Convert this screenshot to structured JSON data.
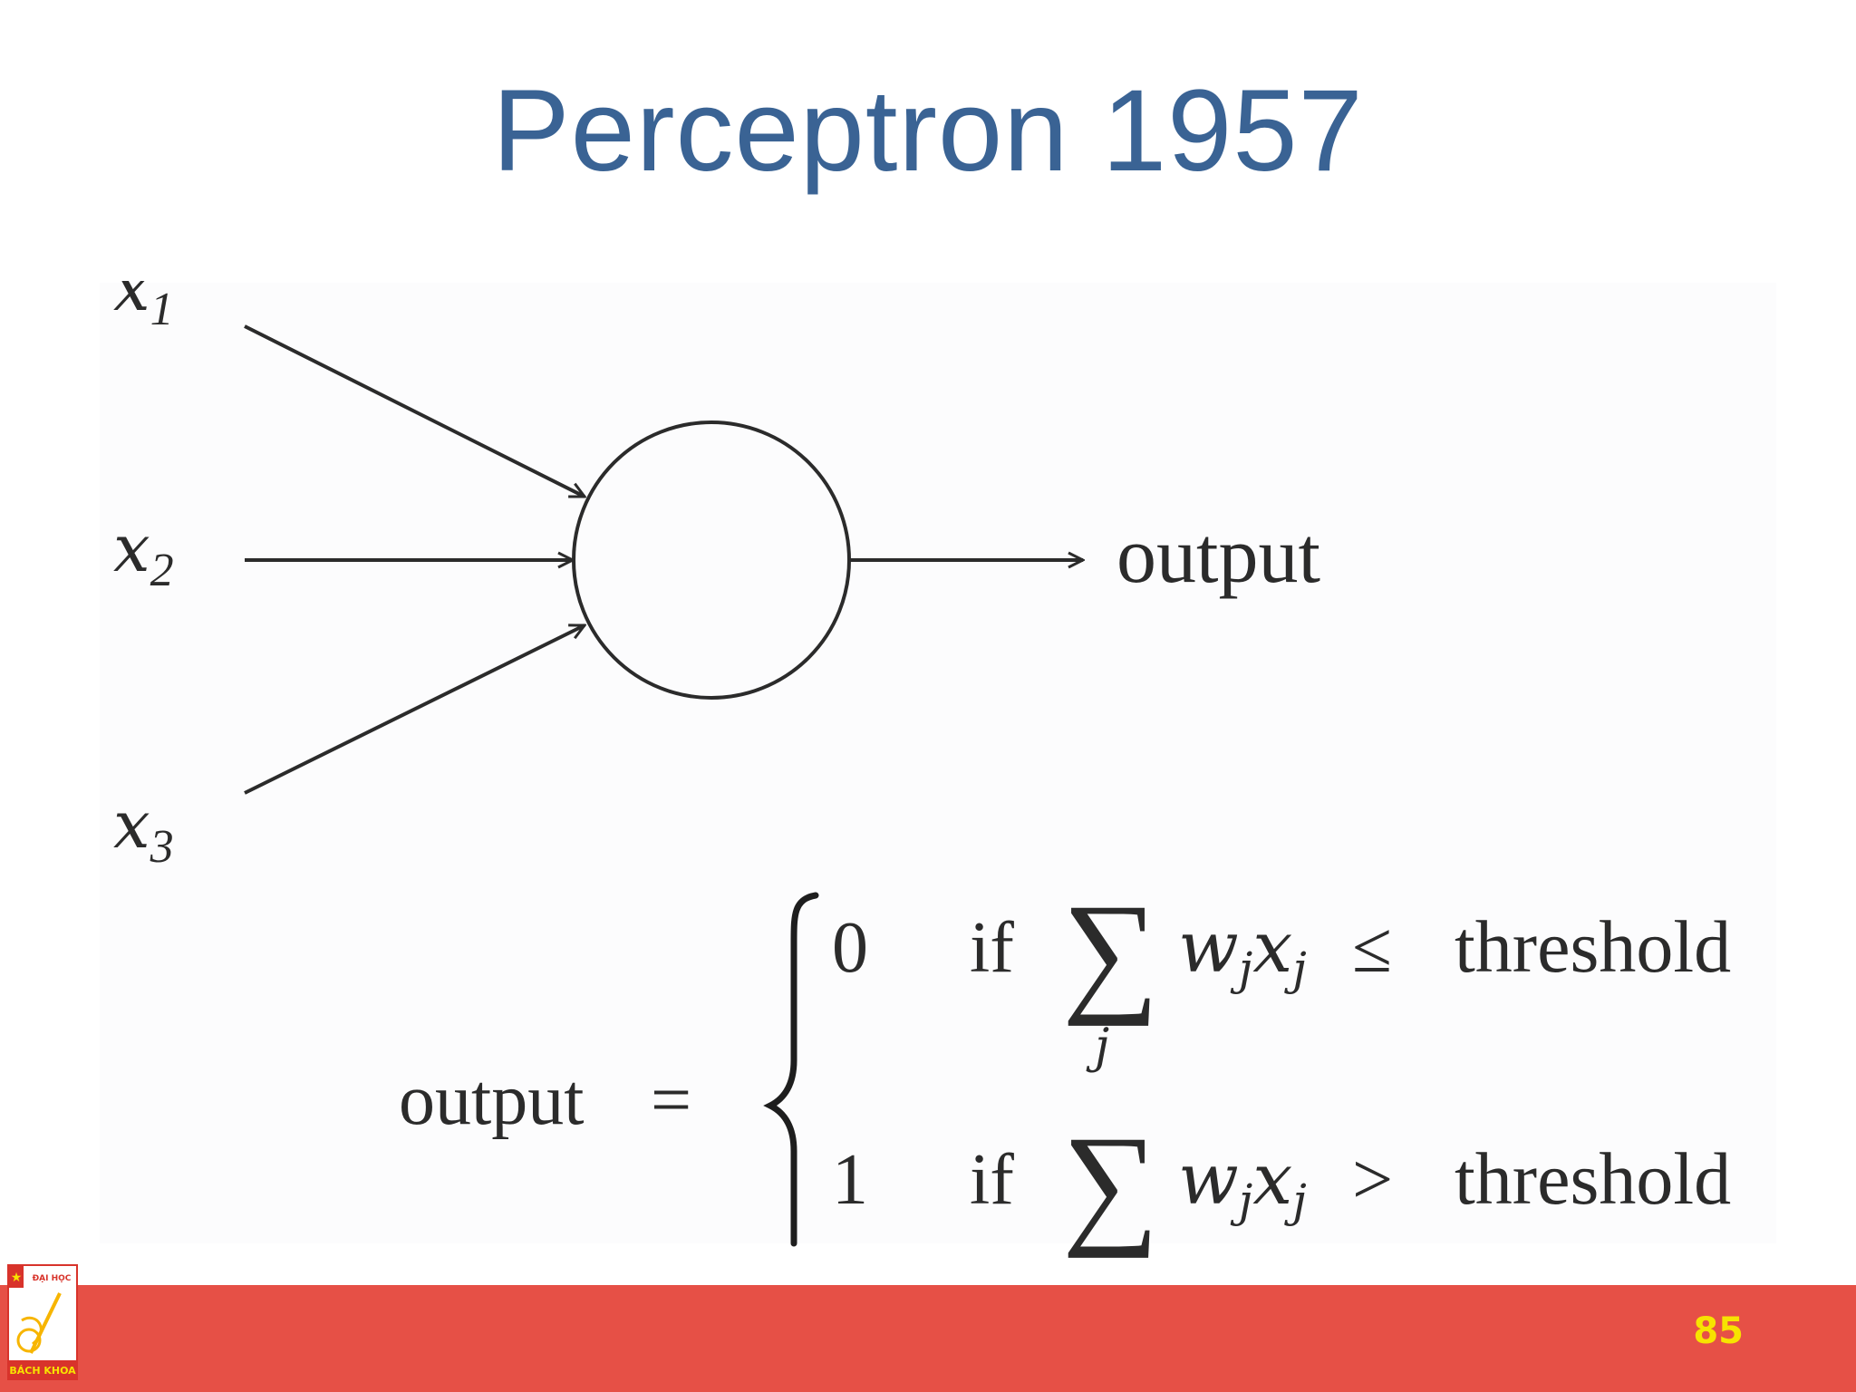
{
  "slide": {
    "title": "Perceptron 1957",
    "page_number": "85"
  },
  "diagram": {
    "inputs": [
      {
        "var": "x",
        "sub": "1"
      },
      {
        "var": "x",
        "sub": "2"
      },
      {
        "var": "x",
        "sub": "3"
      }
    ],
    "output_label": "output"
  },
  "formula": {
    "lhs": "output",
    "equals": "=",
    "cases": [
      {
        "value": "0",
        "cond": "if",
        "op": "≤",
        "rhs": "threshold",
        "index": "j"
      },
      {
        "value": "1",
        "cond": "if",
        "op": ">",
        "rhs": "threshold"
      }
    ],
    "sum_symbol": "∑",
    "term_w": "w",
    "term_x": "x",
    "term_sub": "j"
  },
  "logo": {
    "text_top": "ĐẠI HỌC",
    "text_bottom": "BÁCH KHOA",
    "colors": {
      "red": "#d8332b",
      "yellow": "#f7e300"
    }
  },
  "colors": {
    "title": "#3a6394",
    "footer": "#e65046",
    "page_number": "#f7e300"
  }
}
